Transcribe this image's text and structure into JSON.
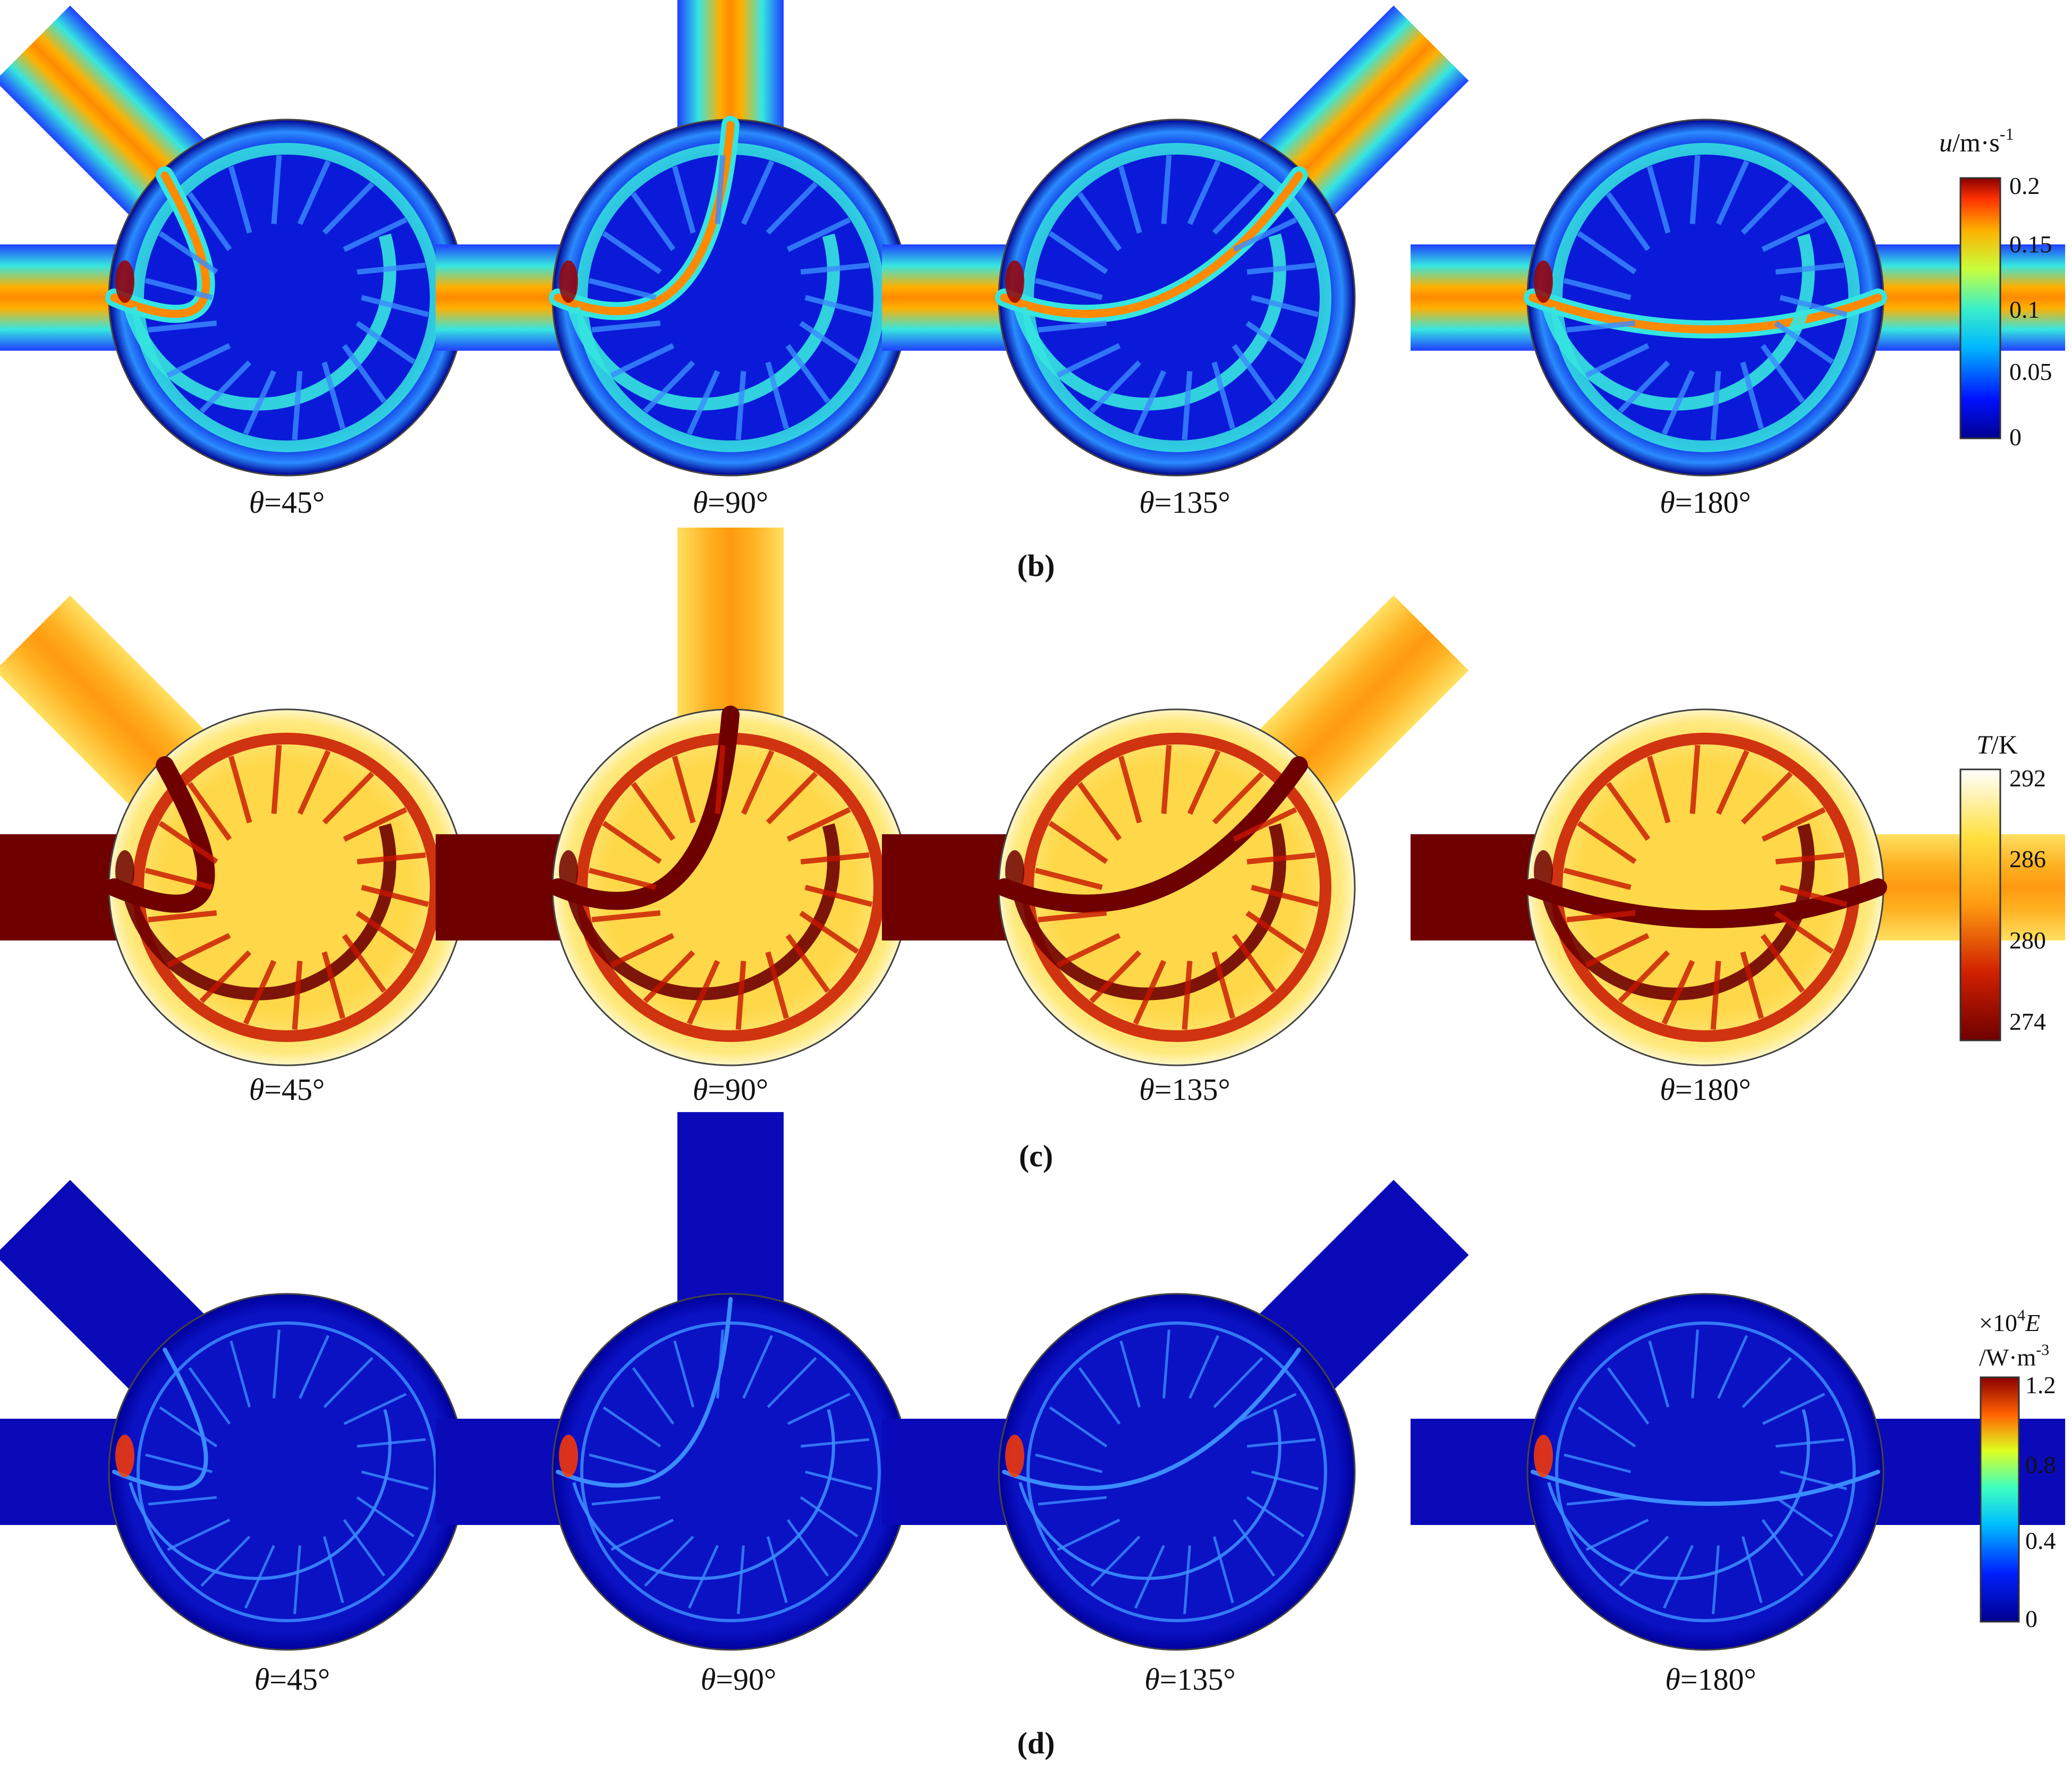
{
  "theta_symbol": "θ",
  "panels": [
    {
      "id": "b",
      "label": "(b)",
      "scheme": "jet",
      "colorbar": {
        "title_italic": "u",
        "title_unit": "/m·s",
        "title_sup": "-1",
        "ticks": [
          "0.2",
          "0.15",
          "0.1",
          "0.05",
          "0"
        ]
      },
      "subplots": [
        {
          "label": "=45°",
          "angle": 45
        },
        {
          "label": "=90°",
          "angle": 90
        },
        {
          "label": "=135°",
          "angle": 135
        },
        {
          "label": "=180°",
          "angle": 180
        }
      ]
    },
    {
      "id": "c",
      "label": "(c)",
      "scheme": "heat",
      "colorbar": {
        "title_italic": "T",
        "title_unit": "/K",
        "title_sup": "",
        "ticks": [
          "292",
          "286",
          "280",
          "274"
        ]
      },
      "subplots": [
        {
          "label": "=45°",
          "angle": 45
        },
        {
          "label": "=90°",
          "angle": 90
        },
        {
          "label": "=135°",
          "angle": 135
        },
        {
          "label": "=180°",
          "angle": 180
        }
      ]
    },
    {
      "id": "d",
      "label": "(d)",
      "scheme": "dissipation",
      "colorbar": {
        "title_line1_prefix": "×10",
        "title_line1_sup": "4",
        "title_italic": "E",
        "title_unit": "/W·m",
        "title_sup": "-3",
        "ticks": [
          "1.2",
          "0.8",
          "0.4",
          "0"
        ]
      },
      "subplots": [
        {
          "label": "=45°",
          "angle": 45
        },
        {
          "label": "=90°",
          "angle": 90
        },
        {
          "label": "=135°",
          "angle": 135
        },
        {
          "label": "=180°",
          "angle": 180
        }
      ]
    }
  ],
  "colors": {
    "jet_dark": "#00008f",
    "jet_blue": "#1f3fff",
    "jet_cyan": "#35e6e0",
    "jet_yellow": "#ffe21a",
    "jet_orange": "#ff8a00",
    "jet_red": "#9a0000",
    "heat_dark": "#6e0000",
    "heat_red": "#c81400",
    "heat_orange": "#ff9a10",
    "heat_yellow": "#ffe040",
    "heat_white": "#ffffee",
    "diss_dark": "#0a0ab8",
    "diss_line": "#3b8cff",
    "diss_hot": "#ff3a00"
  }
}
